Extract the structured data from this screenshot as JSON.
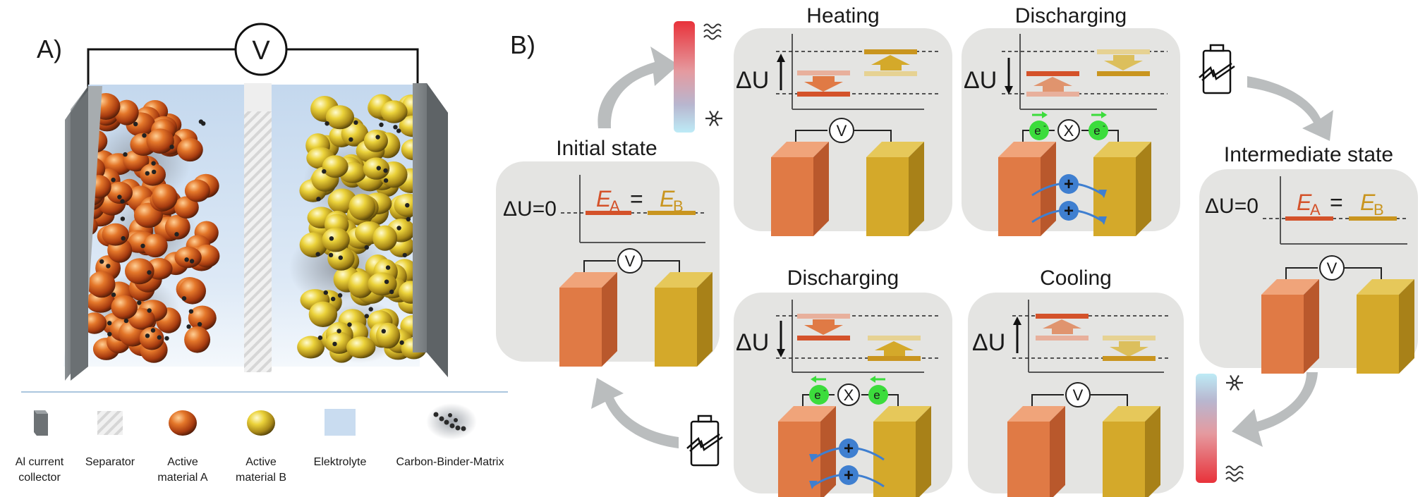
{
  "panel_a": {
    "label": "A)",
    "voltmeter_symbol": "V",
    "legend": [
      {
        "label_line1": "Al current",
        "label_line2": "collector"
      },
      {
        "label_line1": "Separator",
        "label_line2": ""
      },
      {
        "label_line1": "Active",
        "label_line2": "material A"
      },
      {
        "label_line1": "Active",
        "label_line2": "material B"
      },
      {
        "label_line1": "Elektrolyte",
        "label_line2": ""
      },
      {
        "label_line1": "Carbon-Binder-Matrix",
        "label_line2": ""
      }
    ]
  },
  "panel_b": {
    "label": "B)",
    "voltmeter_symbol": "V",
    "separator_symbol": "X",
    "electron_symbol": "e",
    "electron_charge": "-",
    "ion_symbol": "+",
    "delta_u": "ΔU",
    "equilibrium": {
      "lhs": "ΔU=0",
      "e": "E",
      "sub_a": "A",
      "sub_b": "B",
      "eq": "="
    },
    "states": {
      "initial": "Initial state",
      "heating": "Heating",
      "discharging_top": "Discharging",
      "intermediate": "Intermediate state",
      "cooling": "Cooling",
      "discharging_bottom": "Discharging"
    },
    "colors": {
      "material_a": "#e07a45",
      "material_b": "#d4a92a",
      "level_a": "#d4522a",
      "level_b": "#c9951f",
      "panel": "#e4e4e2",
      "arrow": "#b9bcbd",
      "electron": "#3cdc3c",
      "ion": "#3f7fd0"
    },
    "icons": [
      "heat-wave-icon",
      "snowflake-icon",
      "battery-charge-icon"
    ]
  }
}
